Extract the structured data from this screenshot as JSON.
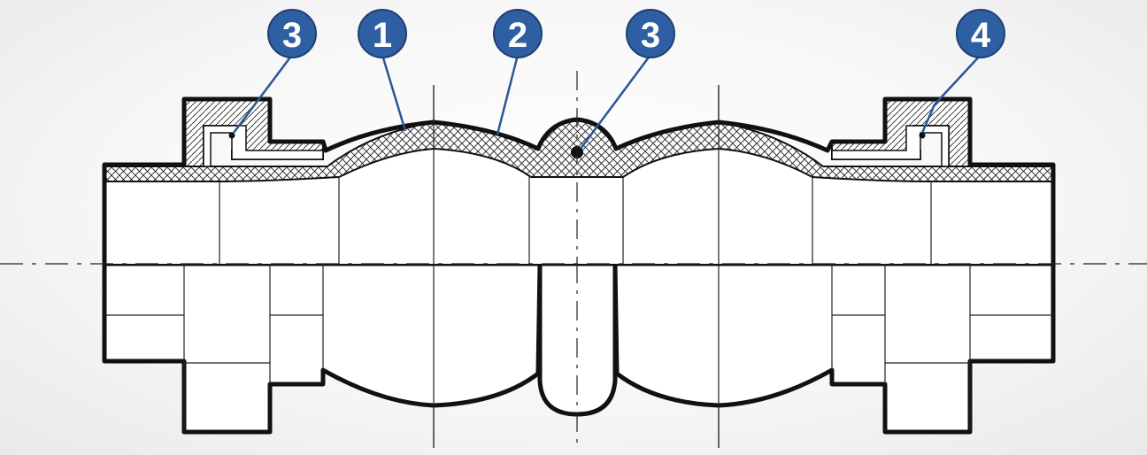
{
  "colors": {
    "callout_fill": "#2f5fa3",
    "callout_stroke": "#1f3f72",
    "leader_line": "#2a5597",
    "outline": "#111111",
    "background": "#f4f4f4"
  },
  "callouts": [
    {
      "id": "c1",
      "label": "3"
    },
    {
      "id": "c2",
      "label": "1"
    },
    {
      "id": "c3",
      "label": "2"
    },
    {
      "id": "c4",
      "label": "3"
    },
    {
      "id": "c5",
      "label": "4"
    }
  ]
}
